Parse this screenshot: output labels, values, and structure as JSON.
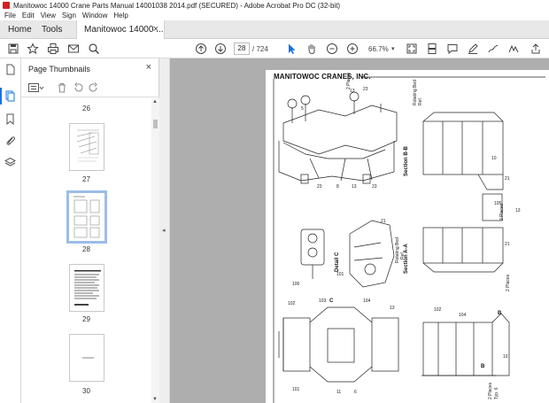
{
  "window": {
    "title": "Manitowoc 14000 Crane Parts Manual 14001038 2014.pdf (SECURED) - Adobe Acrobat Pro DC (32-bit)"
  },
  "menu": {
    "items": [
      "File",
      "Edit",
      "View",
      "Sign",
      "Window",
      "Help"
    ]
  },
  "tabs": {
    "home": "Home",
    "tools": "Tools",
    "doc": "Manitowoc 14000 ...",
    "close": "×"
  },
  "toolbar": {
    "page_current": "28",
    "page_total": "/ 724",
    "zoom": "66.7%",
    "zoom_caret": "▾"
  },
  "panel": {
    "title": "Page Thumbnails",
    "close": "×",
    "thumbs": [
      {
        "label": "26"
      },
      {
        "label": "27"
      },
      {
        "label": "28"
      },
      {
        "label": "29"
      },
      {
        "label": "30"
      }
    ]
  },
  "collapse": {
    "glyph": "◂"
  },
  "document": {
    "header": "MANITOWOC CRANES, INC.",
    "labels": {
      "section_bb": "Section B-B",
      "section_aa": "Section A-A",
      "detail_c": "Detail C",
      "rotating_bed": "Rotating Bed",
      "ref": "Ref.",
      "two_places": "2 Places",
      "typ": "Typ. 6",
      "b": "B",
      "c": "C"
    }
  },
  "colors": {
    "accent": "#1473e6",
    "selection": "#9dbde8",
    "doc_bg": "#aeaeae"
  }
}
